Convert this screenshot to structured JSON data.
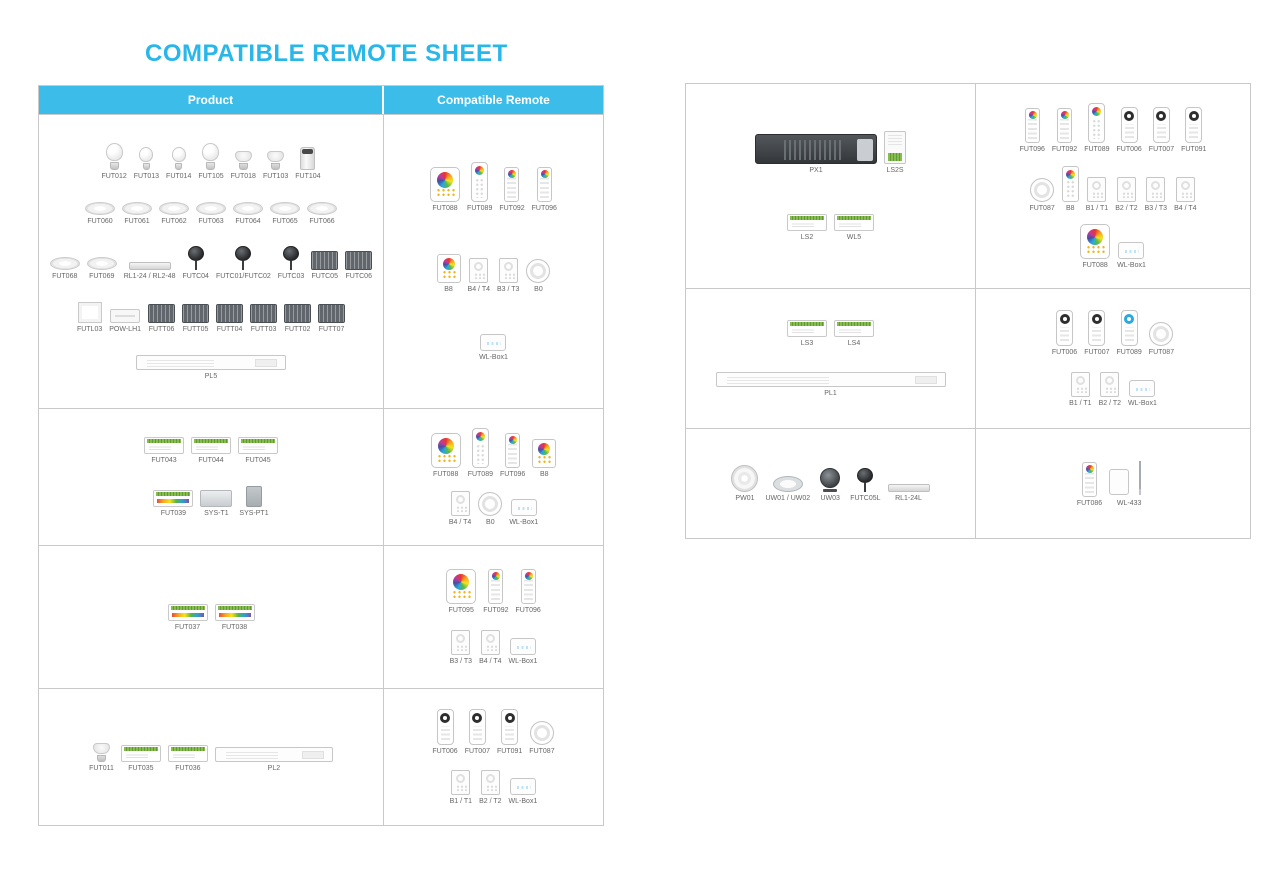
{
  "title": "COMPATIBLE REMOTE SHEET",
  "accent_color": "#29b7ea",
  "left_table": {
    "headers": [
      "Product",
      "Compatible Remote"
    ],
    "rows": [
      {
        "product_lines": [
          {
            "items": [
              {
                "label": "FUT012",
                "type": "bulb"
              },
              {
                "label": "FUT013",
                "type": "bulb-s"
              },
              {
                "label": "FUT014",
                "type": "bulb-s"
              },
              {
                "label": "FUT105",
                "type": "bulb"
              },
              {
                "label": "FUT018",
                "type": "gu10"
              },
              {
                "label": "FUT103",
                "type": "gu10"
              },
              {
                "label": "FUT104",
                "type": "par"
              }
            ]
          },
          {
            "items": [
              {
                "label": "FUT060",
                "type": "downlight"
              },
              {
                "label": "FUT061",
                "type": "downlight"
              },
              {
                "label": "FUT062",
                "type": "downlight"
              },
              {
                "label": "FUT063",
                "type": "downlight"
              },
              {
                "label": "FUT064",
                "type": "downlight"
              },
              {
                "label": "FUT065",
                "type": "downlight"
              },
              {
                "label": "FUT066",
                "type": "downlight"
              }
            ]
          },
          {
            "items": [
              {
                "label": "FUT068",
                "type": "downlight"
              },
              {
                "label": "FUT069",
                "type": "downlight"
              },
              {
                "label": "RL1-24 / RL2-48",
                "type": "linear"
              },
              {
                "label": "FUTC04",
                "type": "spot"
              },
              {
                "label": "FUTC01/FUTC02",
                "type": "spot"
              },
              {
                "label": "FUTC03",
                "type": "spot"
              },
              {
                "label": "FUTC05",
                "type": "flood"
              },
              {
                "label": "FUTC06",
                "type": "flood"
              }
            ]
          },
          {
            "items": [
              {
                "label": "FUTL03",
                "type": "panel"
              },
              {
                "label": "POW-LH1",
                "type": "psu"
              },
              {
                "label": "FUTT06",
                "type": "flood"
              },
              {
                "label": "FUTT05",
                "type": "flood"
              },
              {
                "label": "FUTT04",
                "type": "flood"
              },
              {
                "label": "FUTT03",
                "type": "flood"
              },
              {
                "label": "FUTT02",
                "type": "flood"
              },
              {
                "label": "FUTT07",
                "type": "flood"
              }
            ]
          },
          {
            "items": [
              {
                "label": "PL5",
                "type": "driver"
              }
            ]
          }
        ],
        "remote_lines": [
          {
            "items": [
              {
                "label": "FUT088",
                "type": "remote-sq"
              },
              {
                "label": "FUT089",
                "type": "remote-long"
              },
              {
                "label": "FUT092",
                "type": "remote-pad"
              },
              {
                "label": "FUT096",
                "type": "remote-pad"
              }
            ]
          },
          {
            "items": [
              {
                "label": "B8",
                "type": "panel-b8"
              },
              {
                "label": "B4 / T4",
                "type": "wall-panel"
              },
              {
                "label": "B3 / T3",
                "type": "wall-panel"
              },
              {
                "label": "B0",
                "type": "remote-round"
              }
            ]
          },
          {
            "items": [
              {
                "label": "WL-Box1",
                "type": "wifi-box"
              }
            ]
          }
        ]
      },
      {
        "product_lines": [
          {
            "items": [
              {
                "label": "FUT043",
                "type": "controller"
              },
              {
                "label": "FUT044",
                "type": "controller"
              },
              {
                "label": "FUT045",
                "type": "controller"
              }
            ]
          },
          {
            "items": [
              {
                "label": "FUT039",
                "type": "ctrl-color"
              },
              {
                "label": "SYS-T1",
                "type": "ctrl-metal"
              },
              {
                "label": "SYS-PT1",
                "type": "gray-box"
              }
            ]
          }
        ],
        "remote_lines": [
          {
            "items": [
              {
                "label": "FUT088",
                "type": "remote-sq"
              },
              {
                "label": "FUT089",
                "type": "remote-long"
              },
              {
                "label": "FUT096",
                "type": "remote-pad"
              },
              {
                "label": "B8",
                "type": "panel-b8"
              }
            ]
          },
          {
            "items": [
              {
                "label": "B4 / T4",
                "type": "wall-panel"
              },
              {
                "label": "B0",
                "type": "remote-round"
              },
              {
                "label": "WL-Box1",
                "type": "wifi-box"
              }
            ]
          }
        ]
      },
      {
        "product_lines": [
          {
            "items": [
              {
                "label": "FUT037",
                "type": "ctrl-color"
              },
              {
                "label": "FUT038",
                "type": "ctrl-color"
              }
            ]
          }
        ],
        "remote_lines": [
          {
            "items": [
              {
                "label": "FUT095",
                "type": "remote-sq"
              },
              {
                "label": "FUT092",
                "type": "remote-pad"
              },
              {
                "label": "FUT096",
                "type": "remote-pad"
              }
            ]
          },
          {
            "items": [
              {
                "label": "B3 / T3",
                "type": "wall-panel"
              },
              {
                "label": "B4 / T4",
                "type": "wall-panel"
              },
              {
                "label": "WL-Box1",
                "type": "wifi-box"
              }
            ]
          }
        ]
      },
      {
        "product_lines": [
          {
            "items": [
              {
                "label": "FUT011",
                "type": "gu10"
              },
              {
                "label": "FUT035",
                "type": "controller"
              },
              {
                "label": "FUT036",
                "type": "controller"
              },
              {
                "label": "PL2",
                "type": "driver-m"
              }
            ]
          }
        ],
        "remote_lines": [
          {
            "items": [
              {
                "label": "FUT006",
                "type": "remote-simple"
              },
              {
                "label": "FUT007",
                "type": "remote-simple"
              },
              {
                "label": "FUT091",
                "type": "remote-simple"
              },
              {
                "label": "FUT087",
                "type": "remote-round"
              }
            ]
          },
          {
            "items": [
              {
                "label": "B1 / T1",
                "type": "wall-panel"
              },
              {
                "label": "B2 / T2",
                "type": "wall-panel"
              },
              {
                "label": "WL-Box1",
                "type": "wifi-box"
              }
            ]
          }
        ]
      }
    ]
  },
  "right_table": {
    "rows": [
      {
        "product_lines": [
          {
            "items": [
              {
                "label": "PX1",
                "type": "driver-dark"
              },
              {
                "label": "LS2S",
                "type": "din"
              }
            ]
          },
          {
            "items": [
              {
                "label": "LS2",
                "type": "controller"
              },
              {
                "label": "WL5",
                "type": "controller"
              }
            ]
          }
        ],
        "remote_lines": [
          {
            "items": [
              {
                "label": "FUT096",
                "type": "remote-pad"
              },
              {
                "label": "FUT092",
                "type": "remote-pad"
              },
              {
                "label": "FUT089",
                "type": "remote-long"
              },
              {
                "label": "FUT006",
                "type": "remote-simple"
              },
              {
                "label": "FUT007",
                "type": "remote-simple"
              },
              {
                "label": "FUT091",
                "type": "remote-simple"
              }
            ]
          },
          {
            "items": [
              {
                "label": "FUT087",
                "type": "remote-round"
              },
              {
                "label": "B8",
                "type": "panel-tall"
              },
              {
                "label": "B1 / T1",
                "type": "wall-panel"
              },
              {
                "label": "B2 / T2",
                "type": "wall-panel"
              },
              {
                "label": "B3 / T3",
                "type": "wall-panel"
              },
              {
                "label": "B4 / T4",
                "type": "wall-panel"
              }
            ]
          },
          {
            "items": [
              {
                "label": "FUT088",
                "type": "remote-sq"
              },
              {
                "label": "WL-Box1",
                "type": "wifi-box"
              }
            ]
          }
        ]
      },
      {
        "product_lines": [
          {
            "items": [
              {
                "label": "LS3",
                "type": "controller"
              },
              {
                "label": "LS4",
                "type": "controller"
              }
            ]
          },
          {
            "items": [
              {
                "label": "PL1",
                "type": "driver-l"
              }
            ]
          }
        ],
        "remote_lines": [
          {
            "items": [
              {
                "label": "FUT006",
                "type": "remote-simple"
              },
              {
                "label": "FUT007",
                "type": "remote-simple"
              },
              {
                "label": "FUT089",
                "type": "remote-blue"
              },
              {
                "label": "FUT087",
                "type": "remote-round"
              }
            ]
          },
          {
            "items": [
              {
                "label": "B1 / T1",
                "type": "wall-panel"
              },
              {
                "label": "B2 / T2",
                "type": "wall-panel"
              },
              {
                "label": "WL-Box1",
                "type": "wifi-box"
              }
            ]
          }
        ]
      },
      {
        "product_lines": [
          {
            "items": [
              {
                "label": "PW01",
                "type": "pool"
              },
              {
                "label": "UW01 / UW02",
                "type": "underwater"
              },
              {
                "label": "UW03",
                "type": "uw-mount"
              },
              {
                "label": "FUTC05L",
                "type": "spot"
              },
              {
                "label": "RL1-24L",
                "type": "linear"
              }
            ]
          }
        ],
        "remote_lines": [
          {
            "items": [
              {
                "label": "FUT086",
                "type": "remote-pad"
              },
              {
                "label": "WL-433",
                "type": "wl433"
              }
            ]
          }
        ]
      }
    ]
  }
}
